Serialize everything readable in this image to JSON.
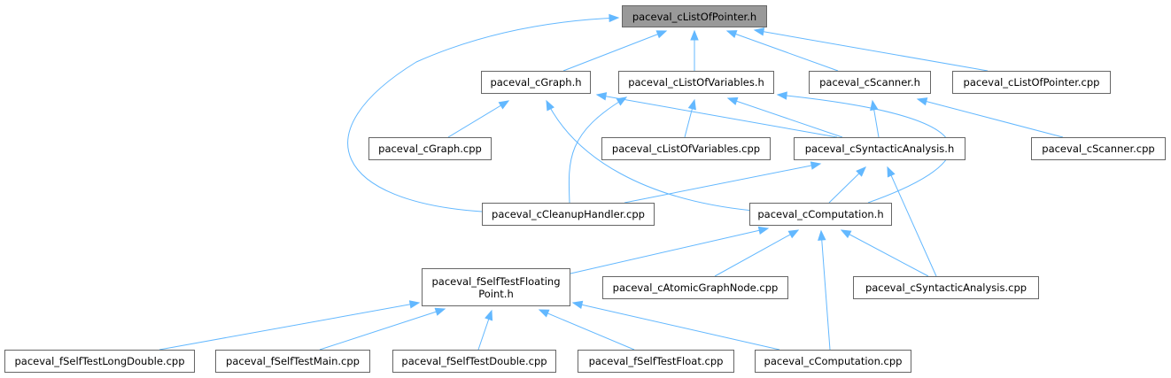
{
  "diagram": {
    "type": "include-dependency-graph",
    "colors": {
      "edge": "#63b8ff",
      "node_border": "#666666",
      "focus_fill": "#999999",
      "node_fill": "#ffffff"
    },
    "nodes": [
      {
        "id": "n0",
        "label": "paceval_cListOfPointer.h",
        "focus": true
      },
      {
        "id": "n1",
        "label": "paceval_cGraph.h"
      },
      {
        "id": "n2",
        "label": "paceval_cListOfVariables.h"
      },
      {
        "id": "n3",
        "label": "paceval_cScanner.h"
      },
      {
        "id": "n4",
        "label": "paceval_cListOfPointer.cpp"
      },
      {
        "id": "n5",
        "label": "paceval_cGraph.cpp"
      },
      {
        "id": "n6",
        "label": "paceval_cListOfVariables.cpp"
      },
      {
        "id": "n7",
        "label": "paceval_cSyntacticAnalysis.h"
      },
      {
        "id": "n8",
        "label": "paceval_cScanner.cpp"
      },
      {
        "id": "n9",
        "label": "paceval_cCleanupHandler.cpp"
      },
      {
        "id": "n10",
        "label": "paceval_cComputation.h"
      },
      {
        "id": "n11",
        "lines": [
          "paceval_fSelfTestFloating",
          "Point.h"
        ]
      },
      {
        "id": "n12",
        "label": "paceval_cAtomicGraphNode.cpp"
      },
      {
        "id": "n13",
        "label": "paceval_cSyntacticAnalysis.cpp"
      },
      {
        "id": "n14",
        "label": "paceval_fSelfTestLongDouble.cpp"
      },
      {
        "id": "n15",
        "label": "paceval_fSelfTestMain.cpp"
      },
      {
        "id": "n16",
        "label": "paceval_fSelfTestDouble.cpp"
      },
      {
        "id": "n17",
        "label": "paceval_fSelfTestFloat.cpp"
      },
      {
        "id": "n18",
        "label": "paceval_cComputation.cpp"
      }
    ],
    "edges": [
      {
        "from": "n1",
        "to": "n0"
      },
      {
        "from": "n2",
        "to": "n0"
      },
      {
        "from": "n3",
        "to": "n0"
      },
      {
        "from": "n4",
        "to": "n0"
      },
      {
        "from": "n9",
        "to": "n0"
      },
      {
        "from": "n5",
        "to": "n1"
      },
      {
        "from": "n7",
        "to": "n1"
      },
      {
        "from": "n10",
        "to": "n1"
      },
      {
        "from": "n6",
        "to": "n2"
      },
      {
        "from": "n7",
        "to": "n2"
      },
      {
        "from": "n9",
        "to": "n2"
      },
      {
        "from": "n10",
        "to": "n2"
      },
      {
        "from": "n7",
        "to": "n3"
      },
      {
        "from": "n8",
        "to": "n3"
      },
      {
        "from": "n9",
        "to": "n7"
      },
      {
        "from": "n10",
        "to": "n7"
      },
      {
        "from": "n13",
        "to": "n7"
      },
      {
        "from": "n11",
        "to": "n10"
      },
      {
        "from": "n12",
        "to": "n10"
      },
      {
        "from": "n13",
        "to": "n10"
      },
      {
        "from": "n18",
        "to": "n10"
      },
      {
        "from": "n14",
        "to": "n11"
      },
      {
        "from": "n15",
        "to": "n11"
      },
      {
        "from": "n16",
        "to": "n11"
      },
      {
        "from": "n17",
        "to": "n11"
      },
      {
        "from": "n18",
        "to": "n11"
      }
    ]
  }
}
